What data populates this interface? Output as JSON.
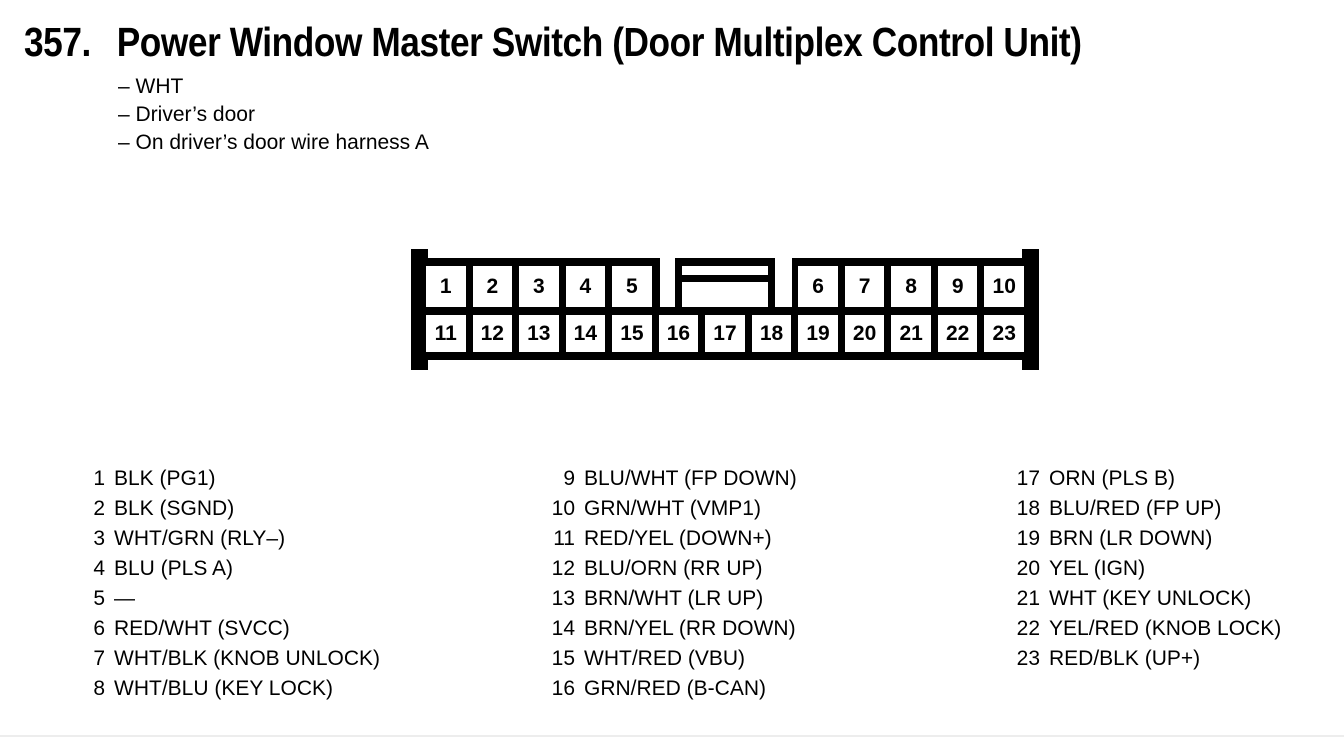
{
  "page": {
    "background": "#ffffff",
    "text_color": "#000000"
  },
  "header": {
    "number": "357.",
    "title": "Power Window Master Switch (Door Multiplex Control Unit)",
    "notes": [
      "– WHT",
      "– Driver’s door",
      "– On driver’s door wire harness A"
    ]
  },
  "connector": {
    "top_left_pins": [
      "1",
      "2",
      "3",
      "4",
      "5"
    ],
    "top_right_pins": [
      "6",
      "7",
      "8",
      "9",
      "10"
    ],
    "bottom_pins": [
      "11",
      "12",
      "13",
      "14",
      "15",
      "16",
      "17",
      "18",
      "19",
      "20",
      "21",
      "22",
      "23"
    ]
  },
  "pin_list": {
    "columns": [
      {
        "pins": [
          {
            "num": "1",
            "desc": "BLK (PG1)"
          },
          {
            "num": "2",
            "desc": "BLK (SGND)"
          },
          {
            "num": "3",
            "desc": "WHT/GRN (RLY–)"
          },
          {
            "num": "4",
            "desc": "BLU (PLS A)"
          },
          {
            "num": "5",
            "desc": "—"
          },
          {
            "num": "6",
            "desc": "RED/WHT (SVCC)"
          },
          {
            "num": "7",
            "desc": "WHT/BLK (KNOB UNLOCK)"
          },
          {
            "num": "8",
            "desc": "WHT/BLU (KEY LOCK)"
          }
        ]
      },
      {
        "pins": [
          {
            "num": "9",
            "desc": "BLU/WHT (FP DOWN)"
          },
          {
            "num": "10",
            "desc": "GRN/WHT (VMP1)"
          },
          {
            "num": "11",
            "desc": "RED/YEL (DOWN+)"
          },
          {
            "num": "12",
            "desc": "BLU/ORN (RR UP)"
          },
          {
            "num": "13",
            "desc": "BRN/WHT (LR UP)"
          },
          {
            "num": "14",
            "desc": "BRN/YEL (RR DOWN)"
          },
          {
            "num": "15",
            "desc": "WHT/RED (VBU)"
          },
          {
            "num": "16",
            "desc": "GRN/RED (B-CAN)"
          }
        ]
      },
      {
        "pins": [
          {
            "num": "17",
            "desc": "ORN (PLS B)"
          },
          {
            "num": "18",
            "desc": "BLU/RED (FP UP)"
          },
          {
            "num": "19",
            "desc": "BRN (LR DOWN)"
          },
          {
            "num": "20",
            "desc": "YEL (IGN)"
          },
          {
            "num": "21",
            "desc": "WHT (KEY UNLOCK)"
          },
          {
            "num": "22",
            "desc": "YEL/RED (KNOB LOCK)"
          },
          {
            "num": "23",
            "desc": "RED/BLK (UP+)"
          }
        ]
      }
    ]
  }
}
